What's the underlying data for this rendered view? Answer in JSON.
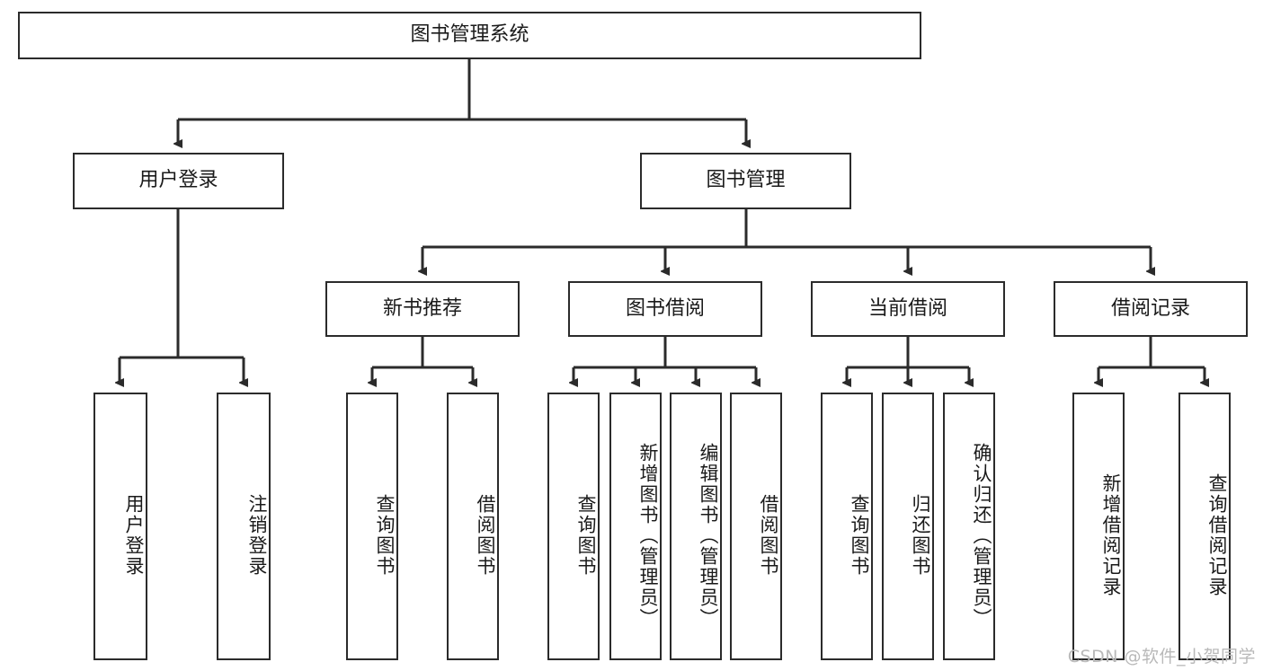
{
  "diagram": {
    "title": "图书管理系统",
    "type": "tree-hierarchy",
    "colors": {
      "box_border": "#2b2b2b",
      "box_fill": "#ffffff",
      "edge": "#2b2b2b",
      "text": "#1a1a1a",
      "watermark": "#b9b9b9",
      "background": "#ffffff"
    },
    "root": {
      "label": "图书管理系统"
    },
    "level2": [
      {
        "label": "用户登录"
      },
      {
        "label": "图书管理"
      }
    ],
    "level3": [
      {
        "label": "新书推荐"
      },
      {
        "label": "图书借阅"
      },
      {
        "label": "当前借阅"
      },
      {
        "label": "借阅记录"
      }
    ],
    "leaves": {
      "user_login": [
        {
          "label": "用户登录"
        },
        {
          "label": "注销登录"
        }
      ],
      "new_book_recommend": [
        {
          "label": "查询图书"
        },
        {
          "label": "借阅图书"
        }
      ],
      "book_borrow": [
        {
          "label": "查询图书"
        },
        {
          "label": "新增图书（管理员）"
        },
        {
          "label": "编辑图书（管理员）"
        },
        {
          "label": "借阅图书"
        }
      ],
      "current_borrow": [
        {
          "label": "查询图书"
        },
        {
          "label": "归还图书"
        },
        {
          "label": "确认归还（管理员）"
        }
      ],
      "borrow_record": [
        {
          "label": "新增借阅记录"
        },
        {
          "label": "查询借阅记录"
        }
      ]
    }
  },
  "watermark": {
    "text": "CSDN @软件_小贺同学"
  }
}
